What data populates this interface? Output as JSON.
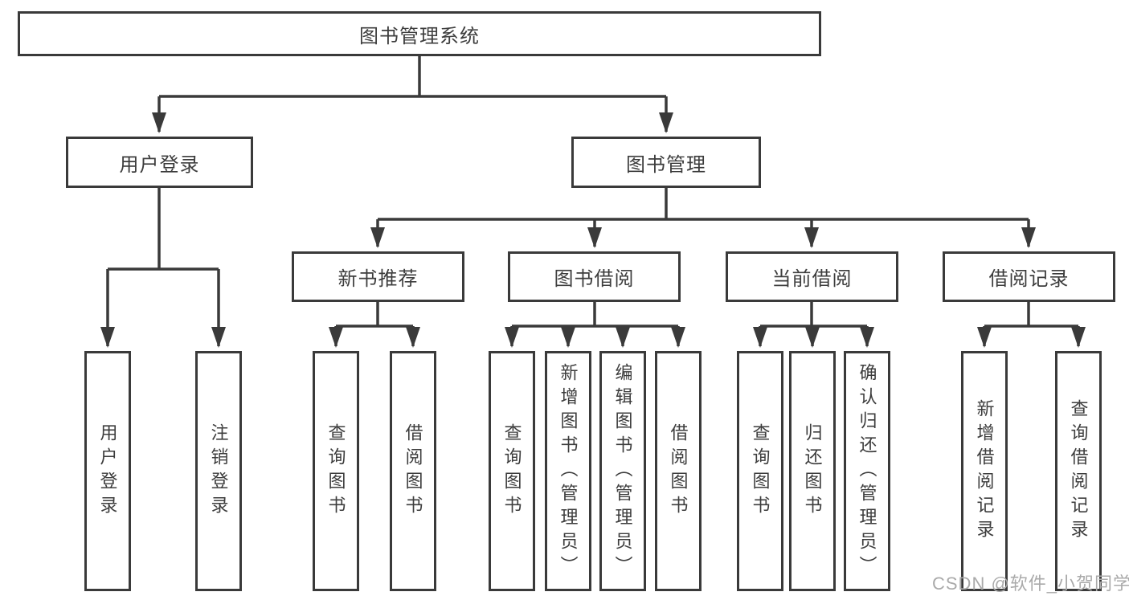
{
  "diagram": {
    "title": "图书管理系统",
    "root": {
      "label": "图书管理系统"
    },
    "branches": {
      "user_login": {
        "label": "用户登录"
      },
      "book_mgmt": {
        "label": "图书管理"
      }
    },
    "modules": {
      "new_book_rec": {
        "label": "新书推荐"
      },
      "book_borrow": {
        "label": "图书借阅"
      },
      "current_borrow": {
        "label": "当前借阅"
      },
      "borrow_records": {
        "label": "借阅记录"
      }
    },
    "leaves": {
      "user_login_leaf": {
        "label": "用户登录"
      },
      "logout": {
        "label": "注销登录"
      },
      "rec_query_book": {
        "label": "查询图书"
      },
      "rec_borrow_book": {
        "label": "借阅图书"
      },
      "bb_query_book": {
        "label": "查询图书"
      },
      "bb_add_book": {
        "label": "新增图书（管理员）"
      },
      "bb_edit_book": {
        "label": "编辑图书（管理员）"
      },
      "bb_borrow_book": {
        "label": "借阅图书"
      },
      "cb_query_book": {
        "label": "查询图书"
      },
      "cb_return_book": {
        "label": "归还图书"
      },
      "cb_confirm_return": {
        "label": "确认归还（管理员）"
      },
      "br_add_record": {
        "label": "新增借阅记录"
      },
      "br_query_record": {
        "label": "查询借阅记录"
      }
    }
  },
  "watermark": {
    "text": "CSDN @软件_小贺同学"
  },
  "colors": {
    "line": "#3a3a3a",
    "text": "#3d3d3d",
    "watermark": "#aaaaaa",
    "background": "#ffffff"
  }
}
